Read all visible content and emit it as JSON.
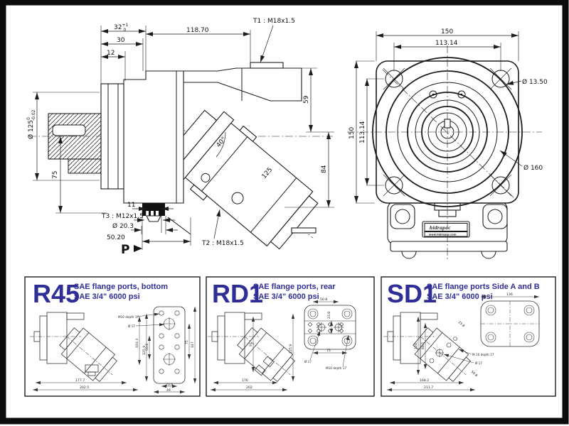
{
  "side_view": {
    "dim_32": {
      "value": "32",
      "tol_top": "+1",
      "tol_bottom": "0"
    },
    "dim_30": "30",
    "dim_12": "12",
    "dim_118_70": "118.70",
    "t1_label": "T1 : M18x1.5",
    "dim_59": "59",
    "dim_84": "84",
    "angle": "40°",
    "dim_125_axis": "125",
    "dia_125": {
      "value": "Ø 125",
      "tol_top": "0",
      "tol_bottom": "-0.02"
    },
    "dim_75": "75",
    "dim_11": "11",
    "t3_label": "T3 : M12x1.5",
    "dia_20_3": "Ø 20.3",
    "dim_50_20": "50.20",
    "port_p": "P",
    "t2_label": "T2 : M18x1.5"
  },
  "front_view": {
    "dim_w150": "150",
    "dim_w113": "113.14",
    "dim_h150": "150",
    "dim_h113": "113.14",
    "dia_13_50": "Ø 13.50",
    "dia_160": "Ø 160",
    "brand": {
      "logo": "hidrapac",
      "url": "www.hidrapas.com"
    }
  },
  "variants": [
    {
      "code": "R45",
      "desc1": "SAE flange ports, bottom",
      "desc2": "SAE 3/4\" 6000 psi",
      "dims": {
        "m10": "M10 depth 17",
        "d17": "Ø 17",
        "p75": "75",
        "p147": "147",
        "p508": "50.8",
        "p238": "23.8",
        "p49": "49",
        "h1": "103.3",
        "h2": "125.9",
        "b1": "177.7",
        "b2": "202.5"
      }
    },
    {
      "code": "RD1",
      "desc1": "SAE flange ports, rear",
      "desc2": "SAE 3/4\" 6000 psi",
      "dims": {
        "p508": "50.8",
        "p238": "23.8",
        "p75": "75",
        "d17": "Ø 17",
        "m10": "M10 depth 17",
        "h1": "91",
        "h2": "125.9",
        "b1": "176",
        "b2": "202"
      }
    },
    {
      "code": "SD1",
      "desc1": "SAE flange ports Side A and B",
      "desc2": "SAE 3/4\" 6000 psi",
      "dims": {
        "p136": "136",
        "t238": "23.8",
        "v845": "84.5",
        "v126": "126",
        "t508": "50.8",
        "m10": "M 10 depth 17",
        "d17": "Ø 17",
        "b1": "168.2",
        "b2": "211.7"
      }
    }
  ]
}
